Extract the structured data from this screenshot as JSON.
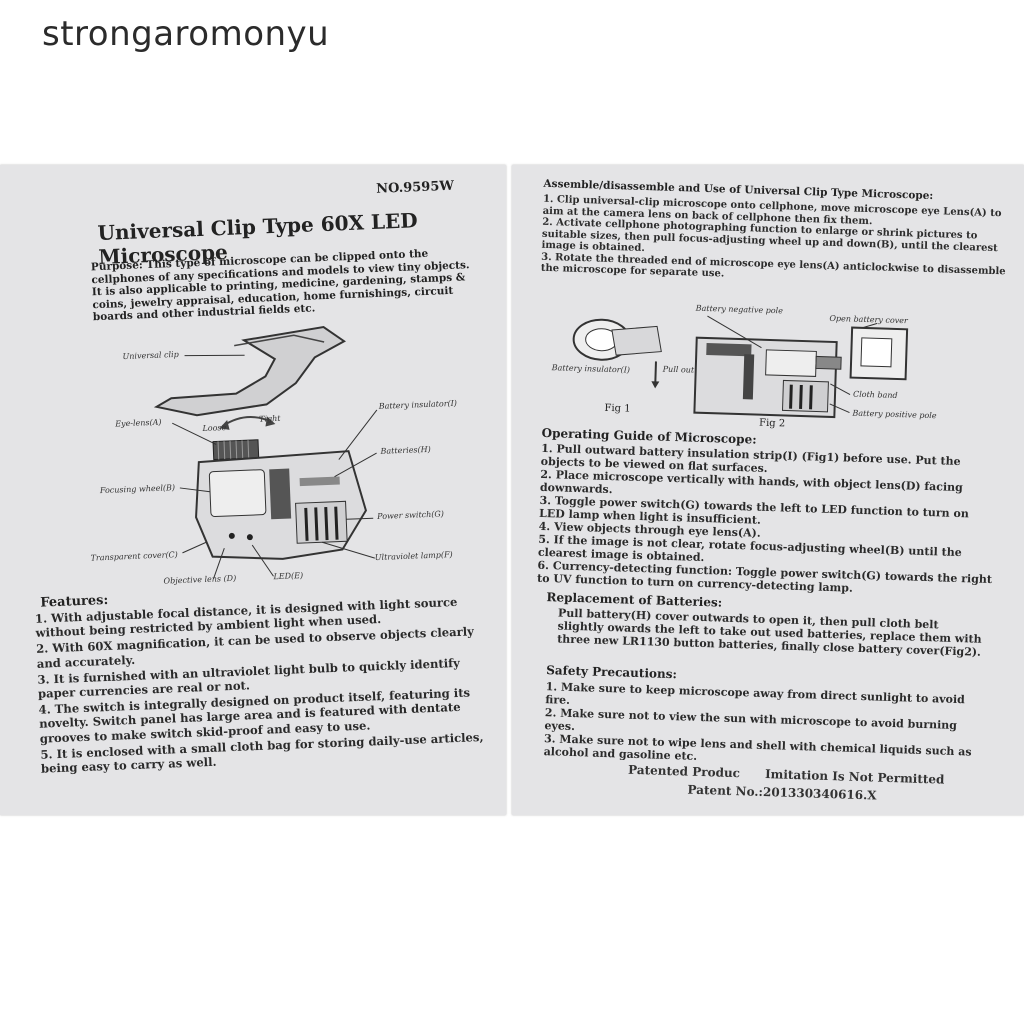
{
  "watermark": "strongaromonyu",
  "left_sheet": {
    "model_no": "NO.9595W",
    "title": "Universal Clip Type 60X LED Microscope",
    "purpose_label": "Purpose:",
    "purpose_text": "This type of microscope can be clipped onto the cellphones of any specifications and models to view tiny objects. It is also applicable to printing, medicine, gardening, stamps & coins, jewelry appraisal, education, home furnishings, circuit boards and other industrial fields etc.",
    "diagram_labels": {
      "universal_clip": "Universal clip",
      "eye_lens": "Eye-lens(A)",
      "loose": "Loose",
      "tight": "Tight",
      "battery_insulator": "Battery insulator(I)",
      "batteries": "Batteries(H)",
      "focusing_wheel": "Focusing wheel(B)",
      "power_switch": "Power switch(G)",
      "transparent_cover": "Transparent cover(C)",
      "ultraviolet_lamp": "Ultraviolet lamp(F)",
      "objective_lens": "Objective lens (D)",
      "led": "LED(E)"
    },
    "features_heading": "Features:",
    "features": [
      "1. With adjustable focal distance, it is designed with light source without being restricted by ambient light when used.",
      "2. With 60X magnification, it can be used to observe objects clearly and accurately.",
      "3. It is furnished with an ultraviolet light bulb to quickly identify paper currencies are real or not.",
      "4. The switch is integrally designed on product itself, featuring its novelty. Switch panel has large area and is featured with dentate grooves to make switch skid-proof and easy to use.",
      "5. It is enclosed with a small cloth bag for storing daily-use articles, being easy to carry as well."
    ]
  },
  "right_sheet": {
    "assemble_heading": "Assemble/disassemble and Use of Universal Clip Type Microscope:",
    "assemble_steps": [
      "1. Clip universal-clip microscope onto cellphone, move microscope eye Lens(A) to aim at the camera lens on back of cellphone then fix them.",
      "2. Activate cellphone photographing function to enlarge or shrink pictures to suitable sizes, then pull focus-adjusting wheel up and down(B), until the clearest image is obtained.",
      "3. Rotate the threaded end of microscope eye lens(A) anticlockwise to disassemble the microscope for separate use."
    ],
    "fig_labels": {
      "battery_negative_pole": "Battery negative pole",
      "open_battery_cover": "Open battery cover",
      "battery_insulator": "Battery insulator(I)",
      "pull_out": "Pull out",
      "cloth_band": "Cloth band",
      "battery_positive_pole": "Battery positive pole",
      "fig1": "Fig 1",
      "fig2": "Fig 2"
    },
    "operating_heading": "Operating Guide of Microscope:",
    "operating_steps": [
      "1. Pull outward battery insulation strip(I) (Fig1) before use. Put the objects to be viewed on flat surfaces.",
      "2. Place microscope vertically with hands, with object lens(D) facing downwards.",
      "3. Toggle power switch(G) towards the left to LED function to turn on LED lamp when light is insufficient.",
      "4. View objects through eye lens(A).",
      "5. If the image is not clear, rotate focus-adjusting wheel(B) until the clearest image is obtained.",
      "6. Currency-detecting function: Toggle power switch(G) towards the right to UV function to turn on currency-detecting lamp."
    ],
    "replacement_heading": "Replacement of Batteries:",
    "replacement_text": "Pull battery(H) cover outwards to open it, then pull cloth belt slightly owards the left to take out used batteries, replace them with three new LR1130 button batteries, finally close battery cover(Fig2).",
    "safety_heading": "Safety Precautions:",
    "safety_steps": [
      "1. Make sure to keep microscope away from direct sunlight to avoid fire.",
      "2. Make sure not to view the sun with microscope to avoid burning eyes.",
      "3. Make sure not to wipe lens and shell with chemical liquids such as alcohol and gasoline etc."
    ],
    "footer_left": "Patented Produc",
    "footer_right": "Imitation Is Not Permitted",
    "patent_no": "Patent No.:201330340616.X"
  }
}
